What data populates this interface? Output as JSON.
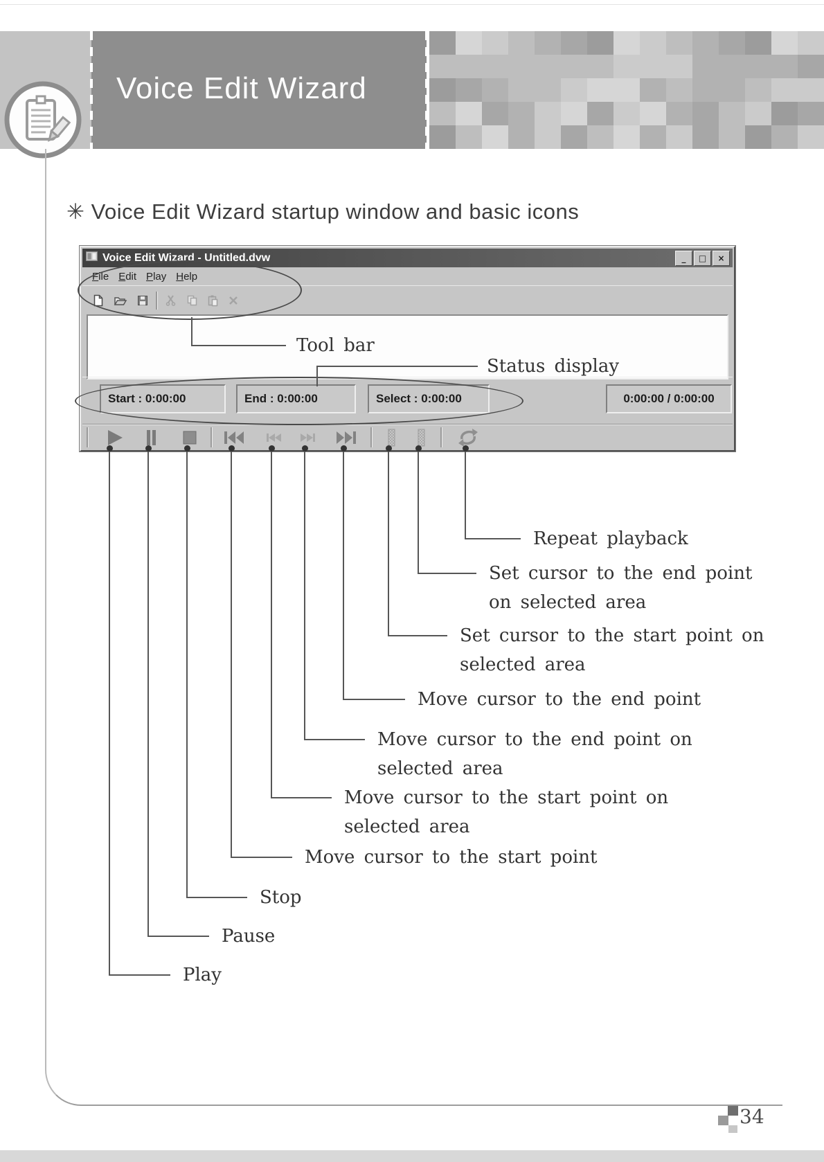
{
  "banner": {
    "title": "Voice Edit Wizard"
  },
  "page": {
    "heading": "✳ Voice Edit Wizard startup window and basic icons",
    "number": "34"
  },
  "window": {
    "title": "Voice Edit Wizard - Untitled.dvw",
    "controls": {
      "minimize": "_",
      "maximize": "□",
      "close": "×"
    },
    "menus": [
      "File",
      "Edit",
      "Play",
      "Help"
    ],
    "toolbar_icons": [
      "new-document-icon",
      "open-folder-icon",
      "save-icon",
      "cut-icon",
      "copy-icon",
      "paste-icon",
      "delete-icon"
    ],
    "status": {
      "start": "Start : 0:00:00",
      "end": "End : 0:00:00",
      "select": "Select : 0:00:00",
      "position": "0:00:00 / 0:00:00"
    },
    "transport_icons": [
      "play-icon",
      "pause-icon",
      "stop-icon",
      "skip-to-start-icon",
      "rewind-selected-icon",
      "forward-selected-icon",
      "skip-to-end-icon",
      "set-start-marker-icon",
      "set-end-marker-icon",
      "repeat-icon"
    ]
  },
  "callouts": {
    "toolbar": "Tool bar",
    "status": "Status display",
    "buttons": [
      {
        "name": "repeat-playback",
        "lines": [
          "Repeat playback"
        ]
      },
      {
        "name": "set-cursor-end-selected",
        "lines": [
          "Set cursor to the end point",
          "on selected area"
        ]
      },
      {
        "name": "set-cursor-start-selected",
        "lines": [
          "Set cursor to the start point on",
          "selected area"
        ]
      },
      {
        "name": "move-cursor-end",
        "lines": [
          "Move cursor to the end point"
        ]
      },
      {
        "name": "move-cursor-end-selected",
        "lines": [
          "Move cursor to the end point on",
          "selected area"
        ]
      },
      {
        "name": "move-cursor-start-selected",
        "lines": [
          "Move cursor to the start point on",
          "selected area"
        ]
      },
      {
        "name": "move-cursor-start",
        "lines": [
          "Move cursor to the start point"
        ]
      },
      {
        "name": "stop",
        "lines": [
          "Stop"
        ]
      },
      {
        "name": "pause",
        "lines": [
          "Pause"
        ]
      },
      {
        "name": "play",
        "lines": [
          "Play"
        ]
      }
    ]
  },
  "colors": {
    "banner_dark": "#8e8e8e",
    "banner_light": "#c3c3c3",
    "window_silver": "#c6c6c6",
    "titlebar": "#4c4c4c",
    "annotation_line": "#565656"
  }
}
